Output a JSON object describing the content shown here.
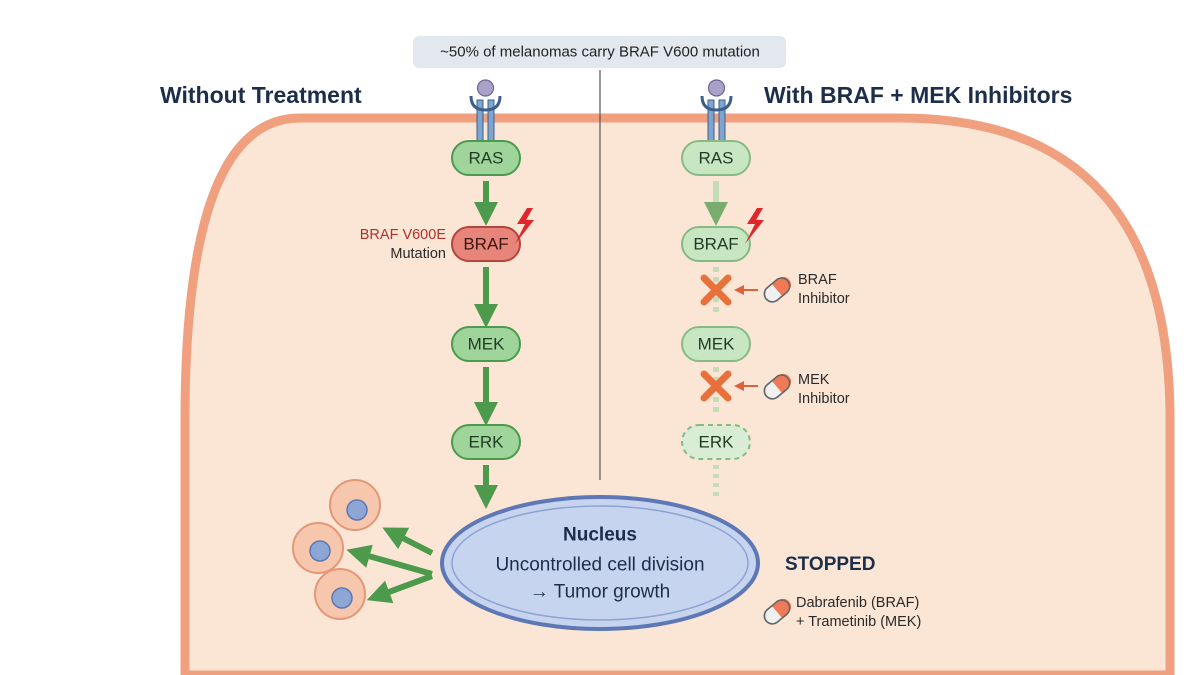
{
  "banner": "~50% of melanomas carry BRAF V600 mutation",
  "left": {
    "heading": "Without Treatment",
    "nodes": {
      "ras": "RAS",
      "braf": "BRAF",
      "mek": "MEK",
      "erk": "ERK"
    },
    "mutation_label_line1": "BRAF V600E",
    "mutation_label_line2": "Mutation"
  },
  "right": {
    "heading": "With BRAF + MEK Inhibitors",
    "nodes": {
      "ras": "RAS",
      "braf": "BRAF",
      "mek": "MEK",
      "erk": "ERK"
    },
    "braf_inhibitor_line1": "BRAF",
    "braf_inhibitor_line2": "Inhibitor",
    "mek_inhibitor_line1": "MEK",
    "mek_inhibitor_line2": "Inhibitor",
    "stopped": "STOPPED",
    "drugs_line1": "Dabrafenib (BRAF)",
    "drugs_line2": "+ Trametinib (MEK)"
  },
  "nucleus": {
    "title": "Nucleus",
    "line1": "Uncontrolled cell division",
    "line2": "→ Tumor growth"
  },
  "colors": {
    "cell_fill": "#fbe6d6",
    "cell_border": "#f0a07e",
    "node_green": "#9fd49a",
    "node_green_border": "#4c9a4f",
    "node_mutant": "#e8857a",
    "arrow_green": "#4e9a4c",
    "inhibit_cross": "#e8703a",
    "nucleus_fill": "#c7d4ef",
    "nucleus_border": "#5d78b4",
    "lightning": "#e0262a",
    "heading": "#1c2e4a"
  }
}
